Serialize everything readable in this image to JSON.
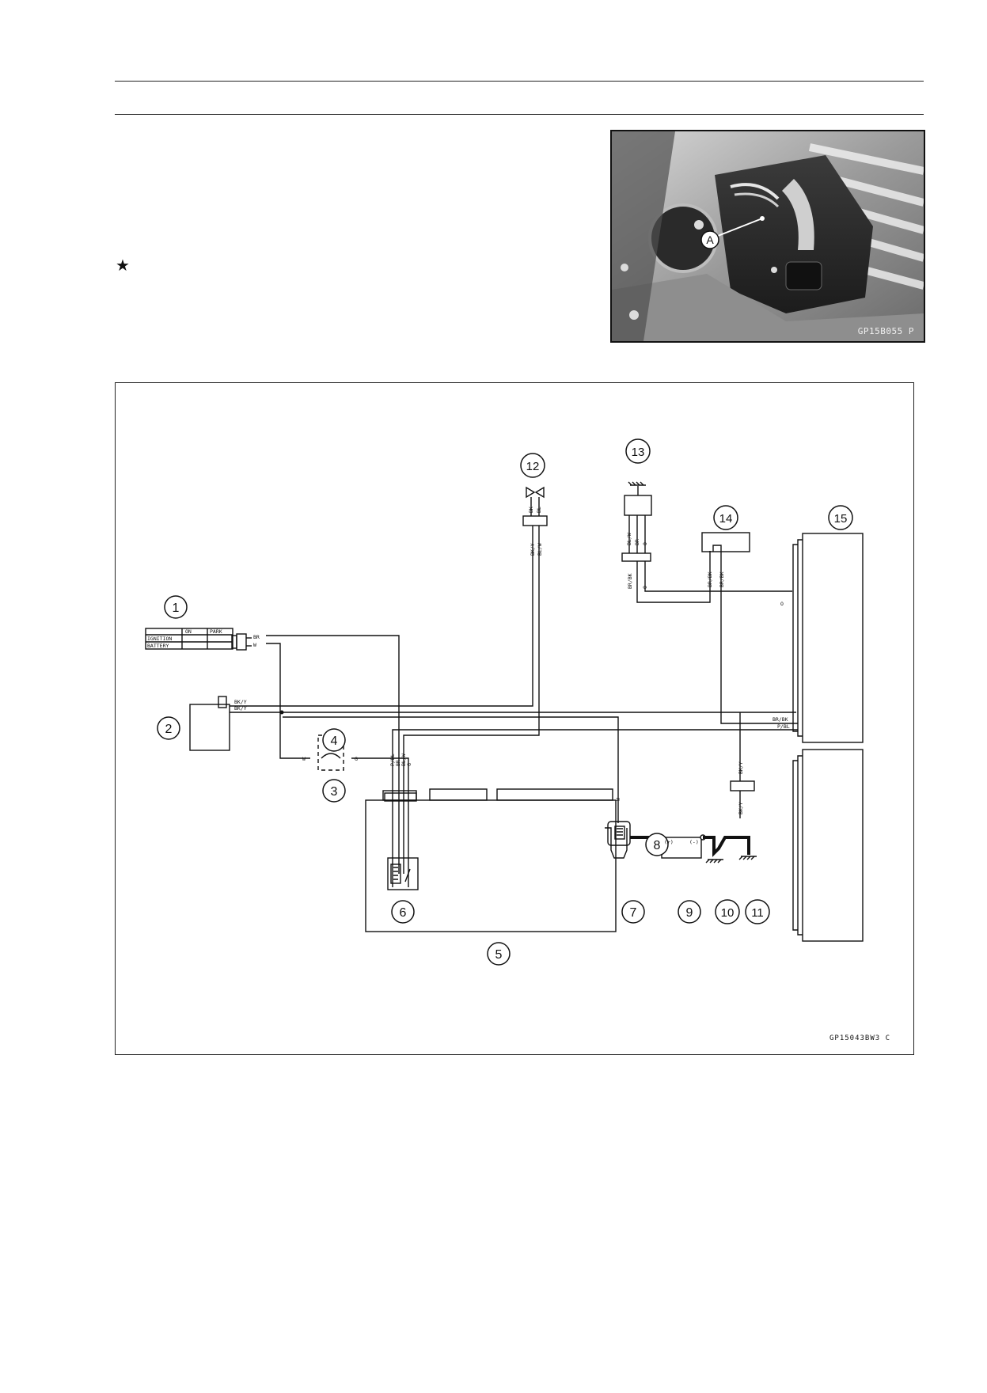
{
  "page": {
    "bullet_symbol": "★"
  },
  "photo": {
    "callout_label": "A",
    "code": "GP15B055 P"
  },
  "diagram": {
    "code": "GP15043BW3 C",
    "callouts": [
      "1",
      "2",
      "3",
      "4",
      "5",
      "6",
      "7",
      "8",
      "9",
      "10",
      "11",
      "12",
      "13",
      "14",
      "15"
    ],
    "switch_table": {
      "header": [
        "ON",
        "PARK"
      ],
      "rows": [
        "IGNITION",
        "BATTERY"
      ]
    },
    "wire_labels": {
      "sw_br": "BR",
      "sw_w": "W",
      "item2_bky_top": "BK/Y",
      "item2_bky_bottom": "BK/Y",
      "fuse_left_w": "W",
      "fuse_right_g": "G",
      "conn_pbl": "P/BL",
      "conn_br": "BR",
      "conn_blw": "BL/W",
      "conn_g": "G",
      "item12_bk": "BK",
      "item12_bl": "BL",
      "item12_bky": "BK/Y",
      "item12_blw": "BL/W",
      "item13_blw": "BL/W",
      "item13_br": "BR",
      "item13_o": "O",
      "item13_brbk": "BR/BK",
      "item13_o2": "O",
      "item14_brbk1": "BR/BK",
      "item14_brbk2": "BR/BK",
      "right_o": "O",
      "right_brbk": "BR/BK",
      "right_pbl": "P/BL",
      "right_bky": "BK/Y",
      "item7_w": "W",
      "item10_bky": "BK/Y",
      "batt_plus": "(+)",
      "batt_minus": "(-)"
    }
  }
}
